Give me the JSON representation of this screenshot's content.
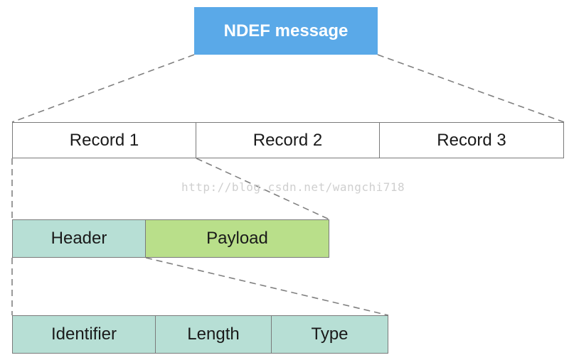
{
  "message": {
    "title": "NDEF message"
  },
  "records": [
    {
      "label": "Record 1"
    },
    {
      "label": "Record 2"
    },
    {
      "label": "Record 3"
    }
  ],
  "record_parts": {
    "header": "Header",
    "payload": "Payload"
  },
  "header_fields": [
    {
      "label": "Identifier"
    },
    {
      "label": "Length"
    },
    {
      "label": "Type"
    }
  ],
  "watermark": "http://blog.csdn.net/wangchi718",
  "colors": {
    "message_fill": "#5aa9e8",
    "header_fill": "#b7dfd5",
    "payload_fill": "#b9df8a",
    "connector": "#808080"
  }
}
